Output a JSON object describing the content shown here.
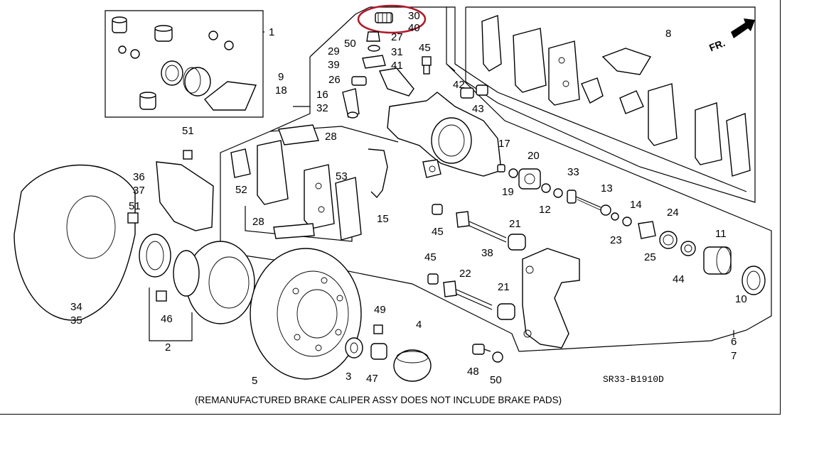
{
  "diagram": {
    "caption": "(REMANUFACTURED BRAKE CALIPER ASSY DOES NOT INCLUDE BRAKE PADS)",
    "code": "SR33-B1910D",
    "direction": "FR.",
    "highlight_color": "#b0182a",
    "labels": {
      "l1": "1",
      "l2": "2",
      "l3": "3",
      "l4": "4",
      "l5": "5",
      "l6": "6",
      "l7": "7",
      "l8": "8",
      "l9": "9",
      "l10": "10",
      "l11": "11",
      "l12": "12",
      "l13": "13",
      "l14": "14",
      "l15": "15",
      "l16": "16",
      "l17": "17",
      "l18": "18",
      "l19": "19",
      "l20": "20",
      "l21a": "21",
      "l21b": "21",
      "l22": "22",
      "l23": "23",
      "l24": "24",
      "l25": "25",
      "l26": "26",
      "l27": "27",
      "l28a": "28",
      "l28b": "28",
      "l29": "29",
      "l30": "30",
      "l31": "31",
      "l32": "32",
      "l33": "33",
      "l34": "34",
      "l35": "35",
      "l36": "36",
      "l37": "37",
      "l38": "38",
      "l39": "39",
      "l40": "40",
      "l41": "41",
      "l42": "42",
      "l43": "43",
      "l44": "44",
      "l45a": "45",
      "l45b": "45",
      "l45c": "45",
      "l46": "46",
      "l47": "47",
      "l48": "48",
      "l49": "49",
      "l50a": "50",
      "l50b": "50",
      "l51a": "51",
      "l51b": "51",
      "l52": "52",
      "l53": "53"
    }
  }
}
